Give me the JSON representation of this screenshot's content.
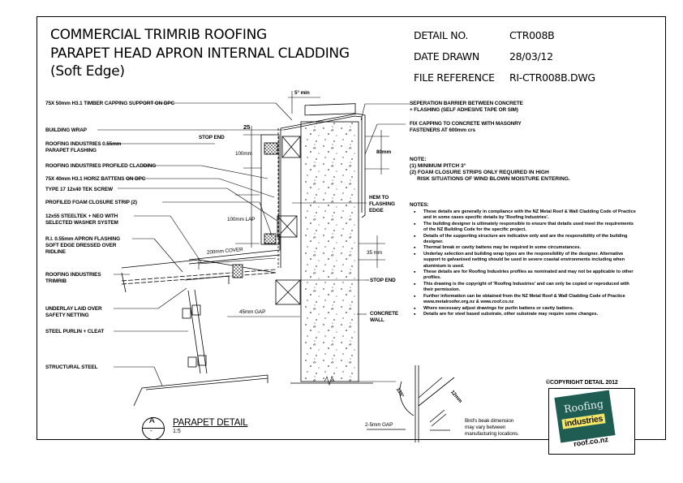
{
  "header": {
    "title_lines": [
      "COMMERCIAL TRIMRIB ROOFING",
      "PARAPET HEAD APRON INTERNAL CLADDING",
      "(Soft Edge)"
    ],
    "detail_no_label": "DETAIL NO.",
    "detail_no_value": "CTR008B",
    "date_label": "DATE DRAWN",
    "date_value": "28/03/12",
    "file_label": "FILE REFERENCE",
    "file_value": "RI-CTR008B.DWG"
  },
  "left_labels": [
    "75X 50mm H3.1 TIMBER CAPPING SUPPORT ON DPC",
    "BUILDING WRAP",
    "ROOFING INDUSTRIES 0.55mm",
    "PARAPET FLASHING",
    "ROOFING INDUSTRIES PROFILED CLADDING",
    "75X 40mm H3.1 HORIZ BATTENS ON DPC",
    "TYPE 17 12x40 TEK SCREW",
    "PROFILED FOAM CLOSURE STRIP (2)",
    "12x55 STEELTEK + NEO WITH",
    "SELECTED WASHER SYSTEM",
    "R.I. 0.55mm APRON FLASHING",
    "SOFT EDGE DRESSED OVER",
    "RIDLINE",
    "ROOFING INDUSTRIES",
    "TRIMRIB",
    "UNDERLAY LAID OVER",
    "SAFETY NETTING",
    "STEEL PURLIN + CLEAT",
    "STRUCTURAL STEEL"
  ],
  "dimensions": {
    "pitch": "5° min",
    "d25": "25",
    "d100": "100mm",
    "stop_end_top": "STOP END",
    "lap": "100mm LAP",
    "cover": "200mm COVER",
    "d35": "35 mm",
    "d80": "80mm",
    "gap45": "45mm GAP",
    "gap25": "2-5mm GAP",
    "angle": "135°",
    "d12": "12mm"
  },
  "right_labels": {
    "separation": [
      "SEPERATION BARRIER BETWEEN CONCRETE",
      "+ FLASHING (SELF ADHESIVE TAPE OR SIM)"
    ],
    "fix_capping": [
      "FIX CAPPING TO CONCRETE WITH MASONRY",
      "FASTENERS AT 600mm crs"
    ],
    "hem": [
      "HEM TO",
      "FLASHING",
      "EDGE"
    ],
    "stop_end": "STOP END",
    "concrete": [
      "CONCRETE",
      "WALL"
    ]
  },
  "note_block": {
    "heading": "NOTE:",
    "items": [
      "(1) MINIMUM PITCH 3°",
      "(2) FOAM CLOSURE STRIPS ONLY REQUIRED IN HIGH",
      "     RISK SITUATIONS OF WIND BLOWN MOISTURE ENTERING."
    ]
  },
  "notes": {
    "heading": "NOTES:",
    "items": [
      "These details are generally in compliance with the NZ Metal Roof & Wall Cladding Code of Practice and in some cases specific details by 'Roofing Industries'.",
      "The building designer is ultimately responsible to ensure that details used meet the requirements of the NZ Building Code for the specific project.",
      "Details of the supporting structure are indicative only and are the responsibility of the building designer.",
      "Thermal break or cavity battens may be required in some circumstances.",
      "Underlay selection and building wrap types are the responsibility of the designer. Alternative support to galvanised netting should be used in severe coastal environments including when aluminium is used.",
      "These details are for Roofing Industries profiles as nominated and may not be applicable to other profiles.",
      "This drawing is the copyright of 'Roofing Industries' and can only be copied or reproduced with their permission.",
      "Further information can be obtained from the NZ Metal Roof & Wall Cladding Code of Practice www.metalroofer.org.nz & www.roof.co.nz",
      "Where necessary adjust drawings for purlin battens or cavity battens.",
      "Details are for steel based substrate, other substrate may require some changes."
    ]
  },
  "birds_beak_note": [
    "Bird's beak dimension",
    "may vary between",
    "manufacturing locations."
  ],
  "copyright": "©COPYRIGHT DETAIL 2012",
  "logo": {
    "line1": "Roofing",
    "line2": "industries",
    "url": "roof.co.nz",
    "green": "#1f5d52",
    "yellow": "#f3e66a"
  },
  "detail_tag": {
    "letter": "A",
    "sub": "-",
    "title": "PARAPET DETAIL",
    "scale": "1:5"
  }
}
